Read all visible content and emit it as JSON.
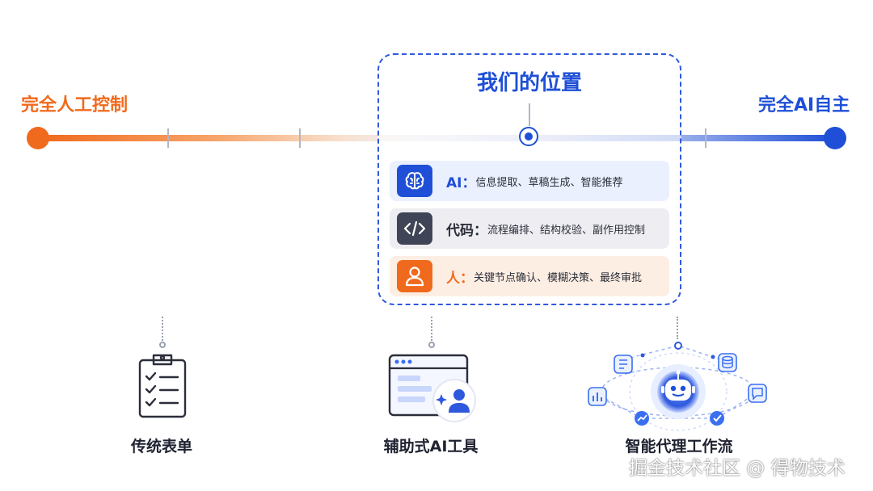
{
  "axis": {
    "left_label": "完全人工控制",
    "right_label": "完全AI自主",
    "left_color": "#f06a1d",
    "right_color": "#1f4fd6"
  },
  "position_box": {
    "title": "我们的位置",
    "rows": [
      {
        "name": "AI：",
        "desc": "信息提取、草稿生成、智能推荐",
        "icon": "brain-icon",
        "color": "#1f4fd6"
      },
      {
        "name": "代码：",
        "desc": "流程编排、结构校验、副作用控制",
        "icon": "code-icon",
        "color": "#3f4456"
      },
      {
        "name": "人：",
        "desc": "关键节点确认、模糊决策、最终审批",
        "icon": "person-icon",
        "color": "#f06a1d"
      }
    ]
  },
  "bottom": {
    "form_label": "传统表单",
    "tool_label": "辅助式AI工具",
    "agent_label": "智能代理工作流"
  },
  "watermark": "掘金技术社区 @ 得物技术"
}
